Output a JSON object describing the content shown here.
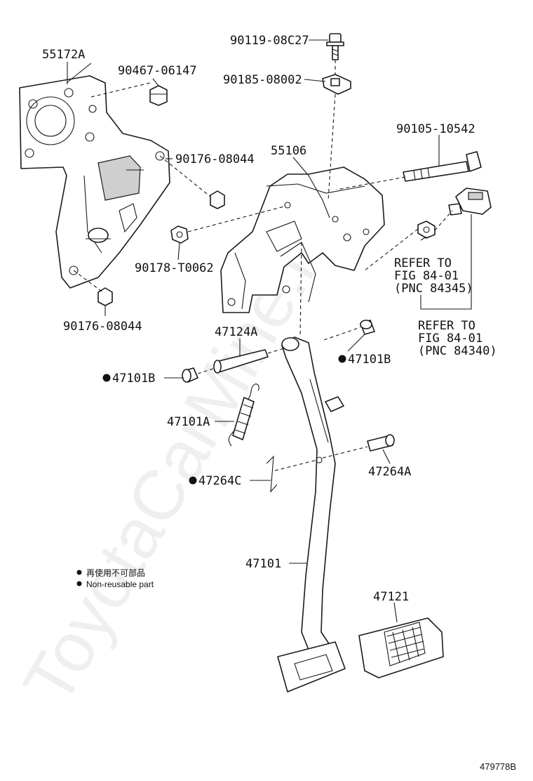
{
  "watermark": "ToyotaCarMine.ru",
  "figure_number": "479778B",
  "legend": {
    "non_reusable_ja": "再使用不可部品",
    "non_reusable_en": "Non-reusable part"
  },
  "parts": {
    "p55172A": "55172A",
    "p90467": "90467-06147",
    "p90119": "90119-08C27",
    "p90185": "90185-08002",
    "p90105": "90105-10542",
    "p55106": "55106",
    "p90176a": "90176-08044",
    "p90178": "90178-T0062",
    "p90176b": "90176-08044",
    "p47124A": "47124A",
    "p47101B_left": "47101B",
    "p47101B_right": "47101B",
    "p47101A": "47101A",
    "p47264C": "47264C",
    "p47264A": "47264A",
    "p47101": "47101",
    "p47121": "47121"
  },
  "refer1": {
    "line1": "REFER TO",
    "line2": "FIG 84-01",
    "line3": "(PNC 84345)"
  },
  "refer2": {
    "line1": "REFER TO",
    "line2": "FIG 84-01",
    "line3": "(PNC 84340)"
  }
}
